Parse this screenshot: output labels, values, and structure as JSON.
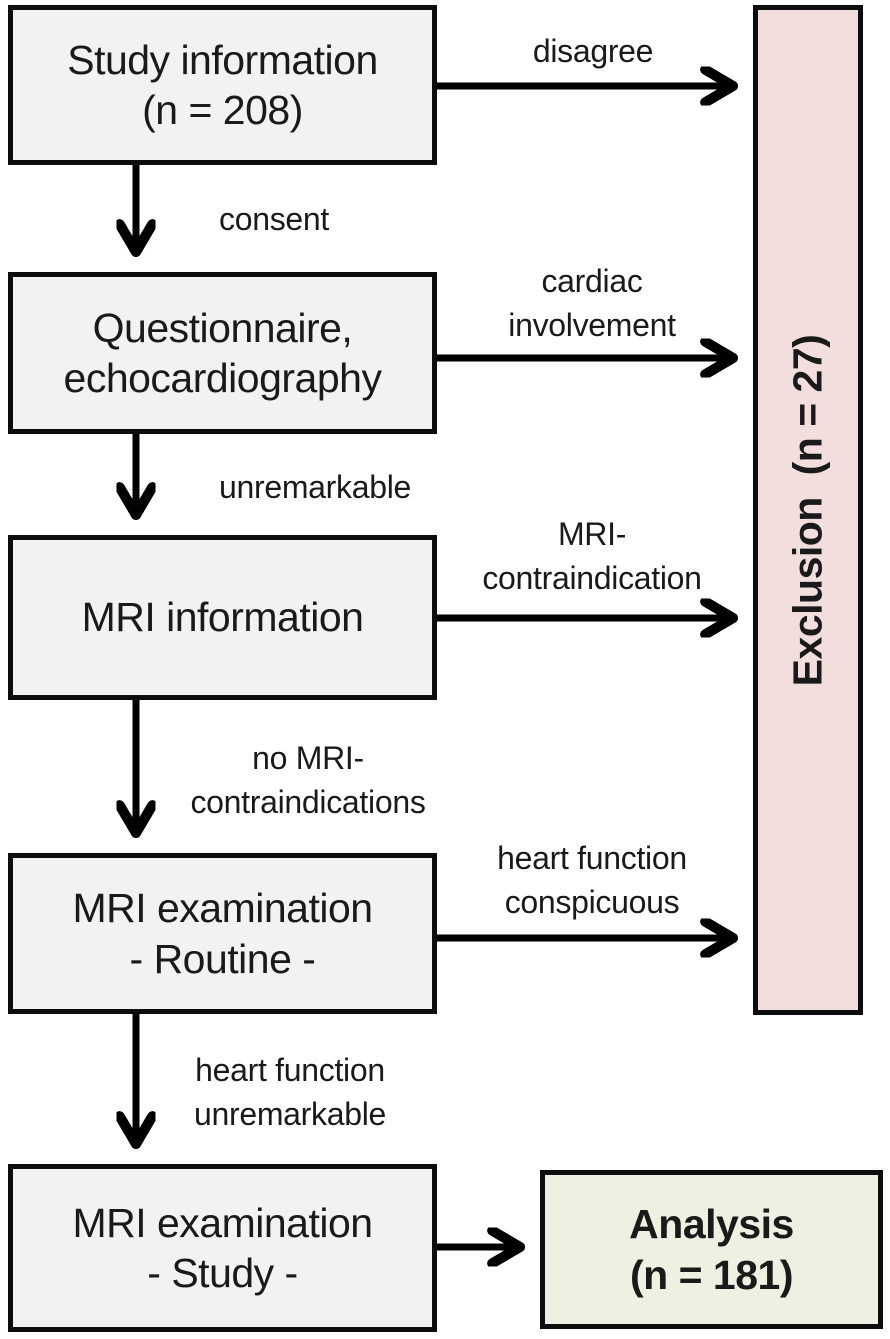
{
  "colors": {
    "page_bg": "#ffffff",
    "box_fill": "#f2f2f2",
    "box_border": "#0d0d0d",
    "exclusion_fill": "#f1dedd",
    "analysis_fill": "#edf1e2",
    "arrow": "#000000",
    "text": "#1a1a1a"
  },
  "flowchart": {
    "steps": [
      {
        "id": "study-information",
        "label": "Study information\n(n = 208)"
      },
      {
        "id": "questionnaire-echocardiography",
        "label": "Questionnaire,\nechocardiography"
      },
      {
        "id": "mri-information",
        "label": "MRI information"
      },
      {
        "id": "mri-examination-routine",
        "label": "MRI examination\n- Routine -"
      },
      {
        "id": "mri-examination-study",
        "label": "MRI examination\n- Study -"
      }
    ],
    "down_edge_labels": [
      "consent",
      "unremarkable",
      "no MRI-\ncontraindications",
      "heart function\nunremarkable"
    ],
    "exclusion_edge_labels": [
      "disagree",
      "cardiac\ninvolvement",
      "MRI-\ncontraindication",
      "heart function\nconspicuous"
    ],
    "exclusion": {
      "label": "Exclusion  (n = 27)",
      "n": 27
    },
    "analysis": {
      "label": "Analysis\n(n = 181)",
      "n": 181
    },
    "counts": {
      "enrolled": 208,
      "excluded": 27,
      "analyzed": 181
    }
  }
}
